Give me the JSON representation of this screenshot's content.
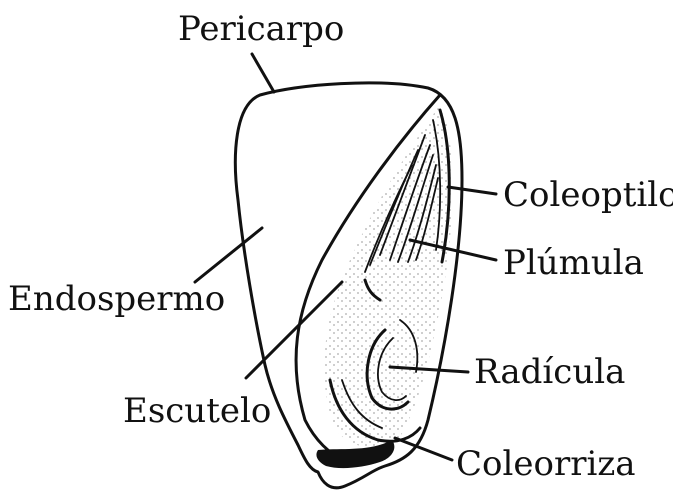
{
  "labels": {
    "pericarp": "Pericarpo",
    "coleoptile": "Coleoptilo",
    "plumule": "Plúmula",
    "endosperm": "Endospermo",
    "radicle": "Radícula",
    "scutellum": "Escutelo",
    "coleorhiza": "Coleorriza"
  }
}
